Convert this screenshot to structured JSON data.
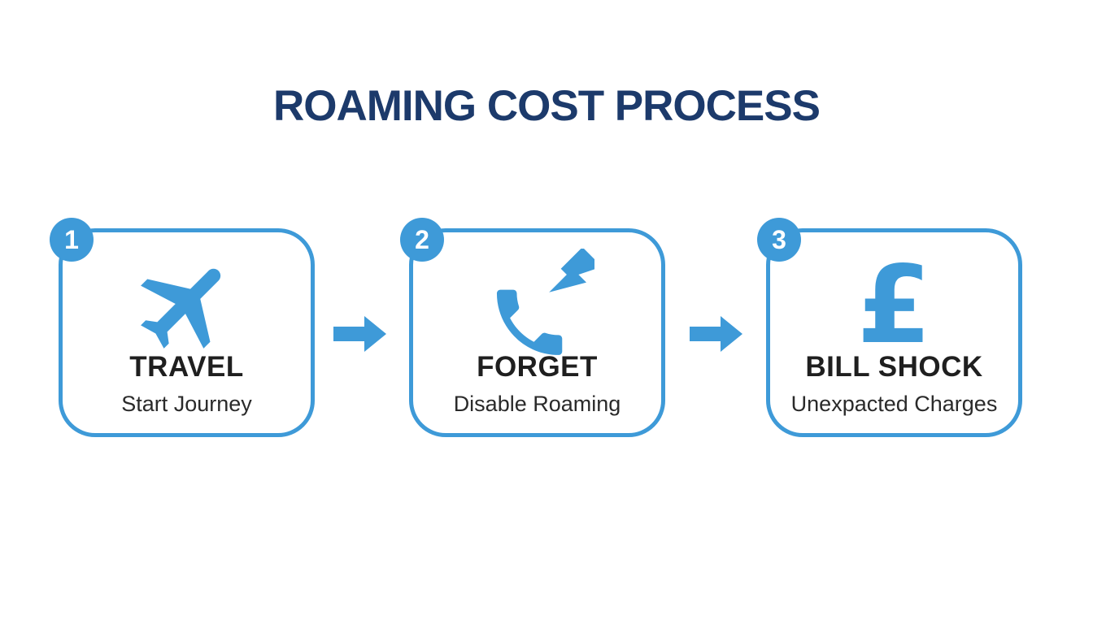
{
  "title": {
    "text": "ROAMING COST PROCESS"
  },
  "colors": {
    "accent_blue": "#3e9ad8",
    "title_navy": "#1c3a6b",
    "heading_text": "#1f1f1f",
    "subtitle_text": "#2a2a2a",
    "background": "#ffffff"
  },
  "steps": [
    {
      "number": "1",
      "icon": "airplane-icon",
      "label": "TRAVEL",
      "sublabel": "Start Journey"
    },
    {
      "number": "2",
      "icon": "phone-alert-icon",
      "label": "FORGET",
      "sublabel": "Disable Roaming"
    },
    {
      "number": "3",
      "icon": "pound-sterling-icon",
      "label": "BILL SHOCK",
      "sublabel": "Unexpacted Charges"
    }
  ],
  "pound_symbol": "£",
  "arrows": [
    {
      "icon": "arrow-right-icon"
    },
    {
      "icon": "arrow-right-icon"
    }
  ]
}
